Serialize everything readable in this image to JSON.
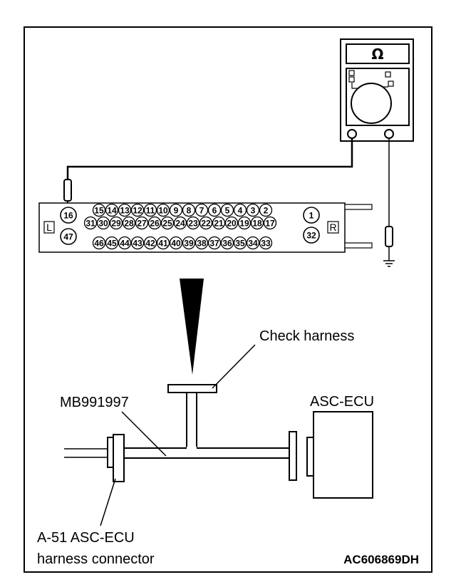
{
  "meter": {
    "symbol": "Ω"
  },
  "connector": {
    "left_side": "L",
    "right_side": "R",
    "row1": [
      "15",
      "14",
      "13",
      "12",
      "11",
      "10",
      "9",
      "8",
      "7",
      "6",
      "5",
      "4",
      "3",
      "2"
    ],
    "row2": [
      "31",
      "30",
      "29",
      "28",
      "27",
      "26",
      "25",
      "24",
      "23",
      "22",
      "21",
      "20",
      "19",
      "18",
      "17"
    ],
    "row3": [
      "46",
      "45",
      "44",
      "43",
      "42",
      "41",
      "40",
      "39",
      "38",
      "37",
      "36",
      "35",
      "34",
      "33"
    ],
    "big_left": [
      "16",
      "47"
    ],
    "big_right": [
      "1",
      "32"
    ]
  },
  "labels": {
    "check_harness": "Check harness",
    "mb_tool": "MB991997",
    "ecu": "ASC-ECU",
    "harness_connector_line1": "A-51 ASC-ECU",
    "harness_connector_line2": "harness connector",
    "figure_code": "AC606869DH"
  }
}
